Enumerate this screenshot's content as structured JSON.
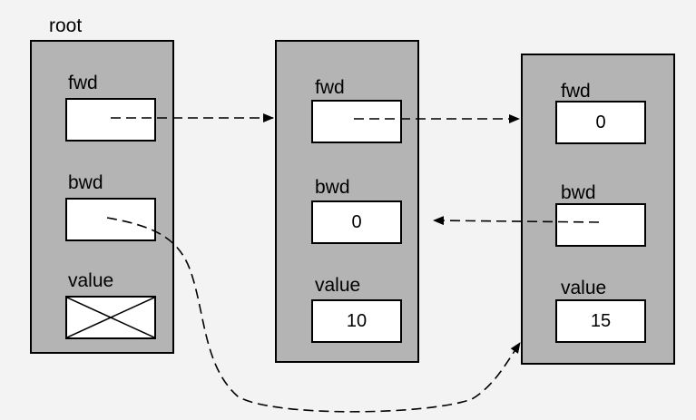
{
  "root_label": "root",
  "field_labels": {
    "fwd": "fwd",
    "bwd": "bwd",
    "value": "value"
  },
  "nodes": [
    {
      "fwd": "",
      "bwd": "",
      "value": "",
      "value_is_null": true
    },
    {
      "fwd": "",
      "bwd": "0",
      "value": "10",
      "value_is_null": false
    },
    {
      "fwd": "0",
      "bwd": "",
      "value": "15",
      "value_is_null": false
    }
  ],
  "colors": {
    "node_fill": "#b4b4b4",
    "field_fill": "#ffffff",
    "line": "#000000"
  }
}
